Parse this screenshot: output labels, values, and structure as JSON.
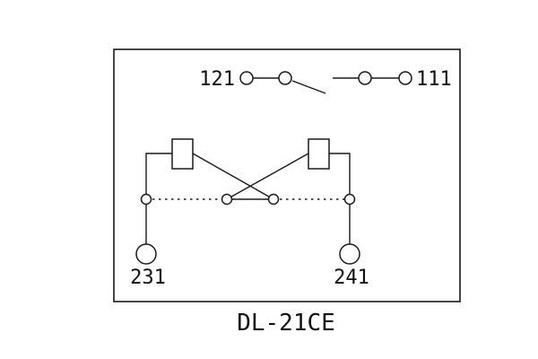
{
  "diagram": {
    "caption": "DL-21CE",
    "terminals": {
      "top_left": "121",
      "top_right": "111",
      "bottom_left": "231",
      "bottom_right": "241"
    },
    "colors": {
      "line": "#1a1a1a",
      "background": "#ffffff"
    }
  }
}
